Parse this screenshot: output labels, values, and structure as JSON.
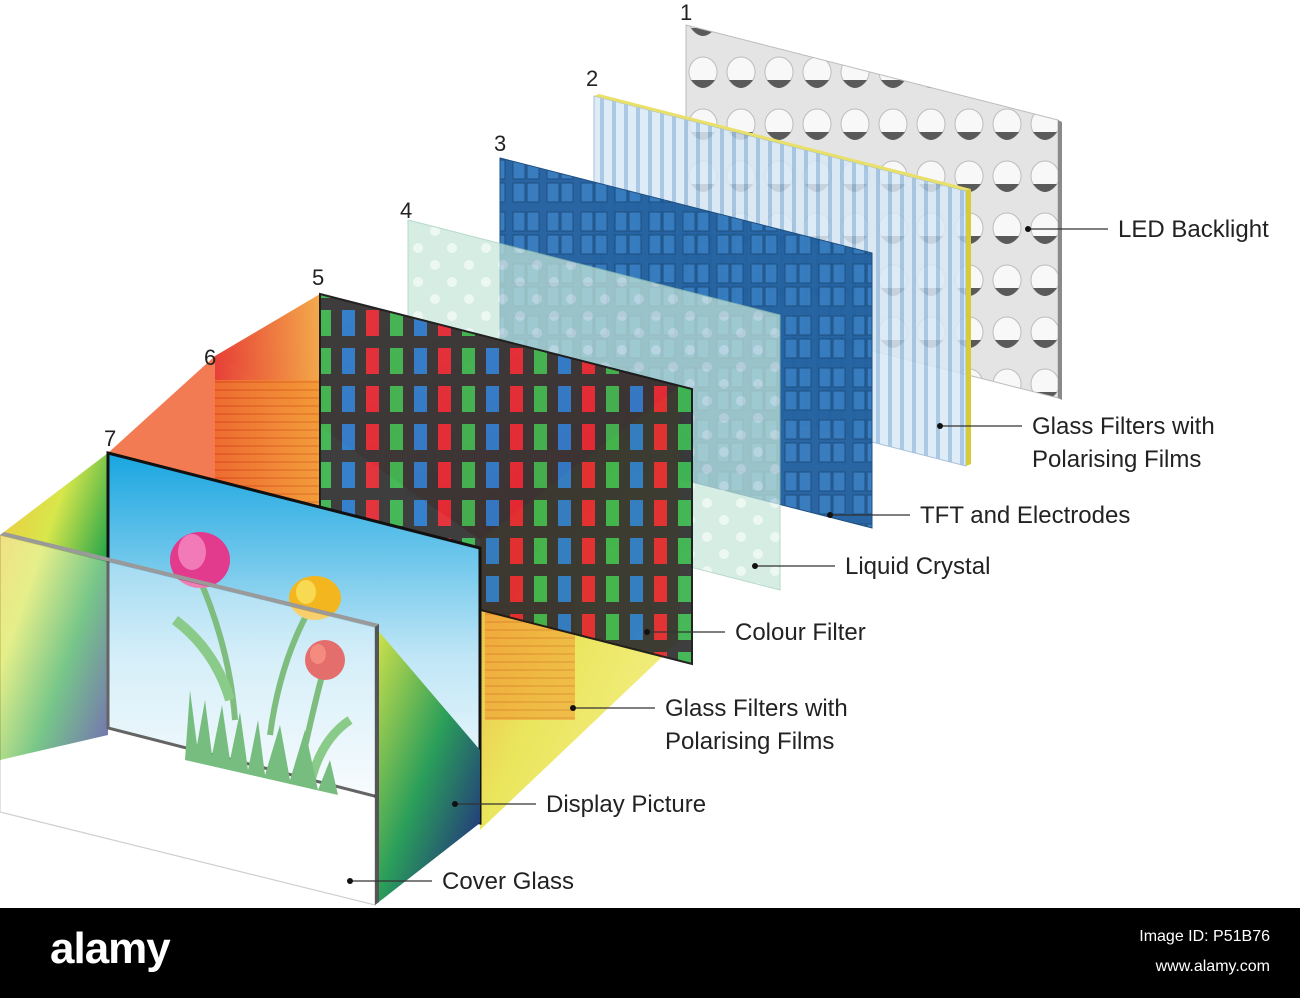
{
  "layers": {
    "n1": "1",
    "n2": "2",
    "n3": "3",
    "n4": "4",
    "n5": "5",
    "n6": "6",
    "n7": "7"
  },
  "labels": {
    "led_backlight": "LED Backlight",
    "glass_filters_back_line1": "Glass Filters with",
    "glass_filters_back_line2": "Polarising Films",
    "tft": "TFT and Electrodes",
    "liquid_crystal": "Liquid Crystal",
    "colour_filter": "Colour Filter",
    "glass_filters_front_line1": "Glass Filters with",
    "glass_filters_front_line2": "Polarising Films",
    "display_picture": "Display Picture",
    "cover_glass": "Cover Glass"
  },
  "footer": {
    "brand": "alamy",
    "image_id": "Image ID: P51B76",
    "site": "www.alamy.com"
  },
  "colors": {
    "tft_blue": "#1d5d9e",
    "liquid_crystal": "#bfe3d4",
    "led_panel": "#e3e3e3",
    "footer_bg": "#000000"
  }
}
